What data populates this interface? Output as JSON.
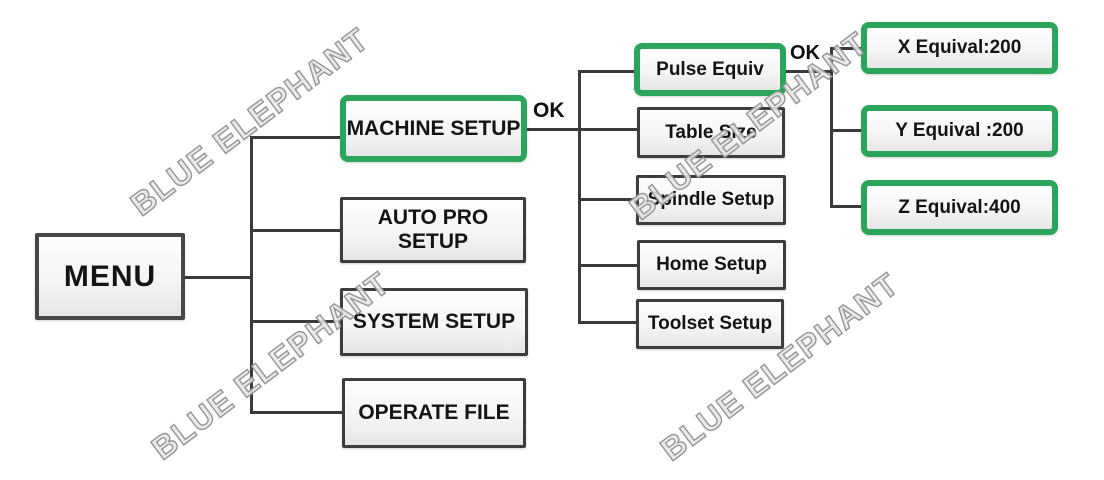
{
  "diagram": {
    "root": {
      "label": "MENU"
    },
    "menu_items": [
      {
        "label": "MACHINE SETUP",
        "highlighted": true
      },
      {
        "label": "AUTO PRO SETUP",
        "highlighted": false
      },
      {
        "label": "SYSTEM SETUP",
        "highlighted": false
      },
      {
        "label": "OPERATE FILE",
        "highlighted": false
      }
    ],
    "machine_setup_items": [
      {
        "label": "Pulse Equiv",
        "highlighted": true
      },
      {
        "label": "Table Size",
        "highlighted": false
      },
      {
        "label": "Spindle Setup",
        "highlighted": false
      },
      {
        "label": "Home Setup",
        "highlighted": false
      },
      {
        "label": "Toolset Setup",
        "highlighted": false
      }
    ],
    "pulse_equiv_items": [
      {
        "label": "X Equival:200",
        "highlighted": true
      },
      {
        "label": "Y Equival :200",
        "highlighted": true
      },
      {
        "label": "Z Equival:400",
        "highlighted": true
      }
    ],
    "edge_labels": {
      "machine_setup_ok": "OK",
      "pulse_equiv_ok": "OK"
    },
    "watermark_text": "BLUE ELEPHANT",
    "colors": {
      "highlight_border": "#2aa55a",
      "box_border": "#3d3d3d",
      "line": "#3a3a3a",
      "text": "#141414"
    }
  }
}
